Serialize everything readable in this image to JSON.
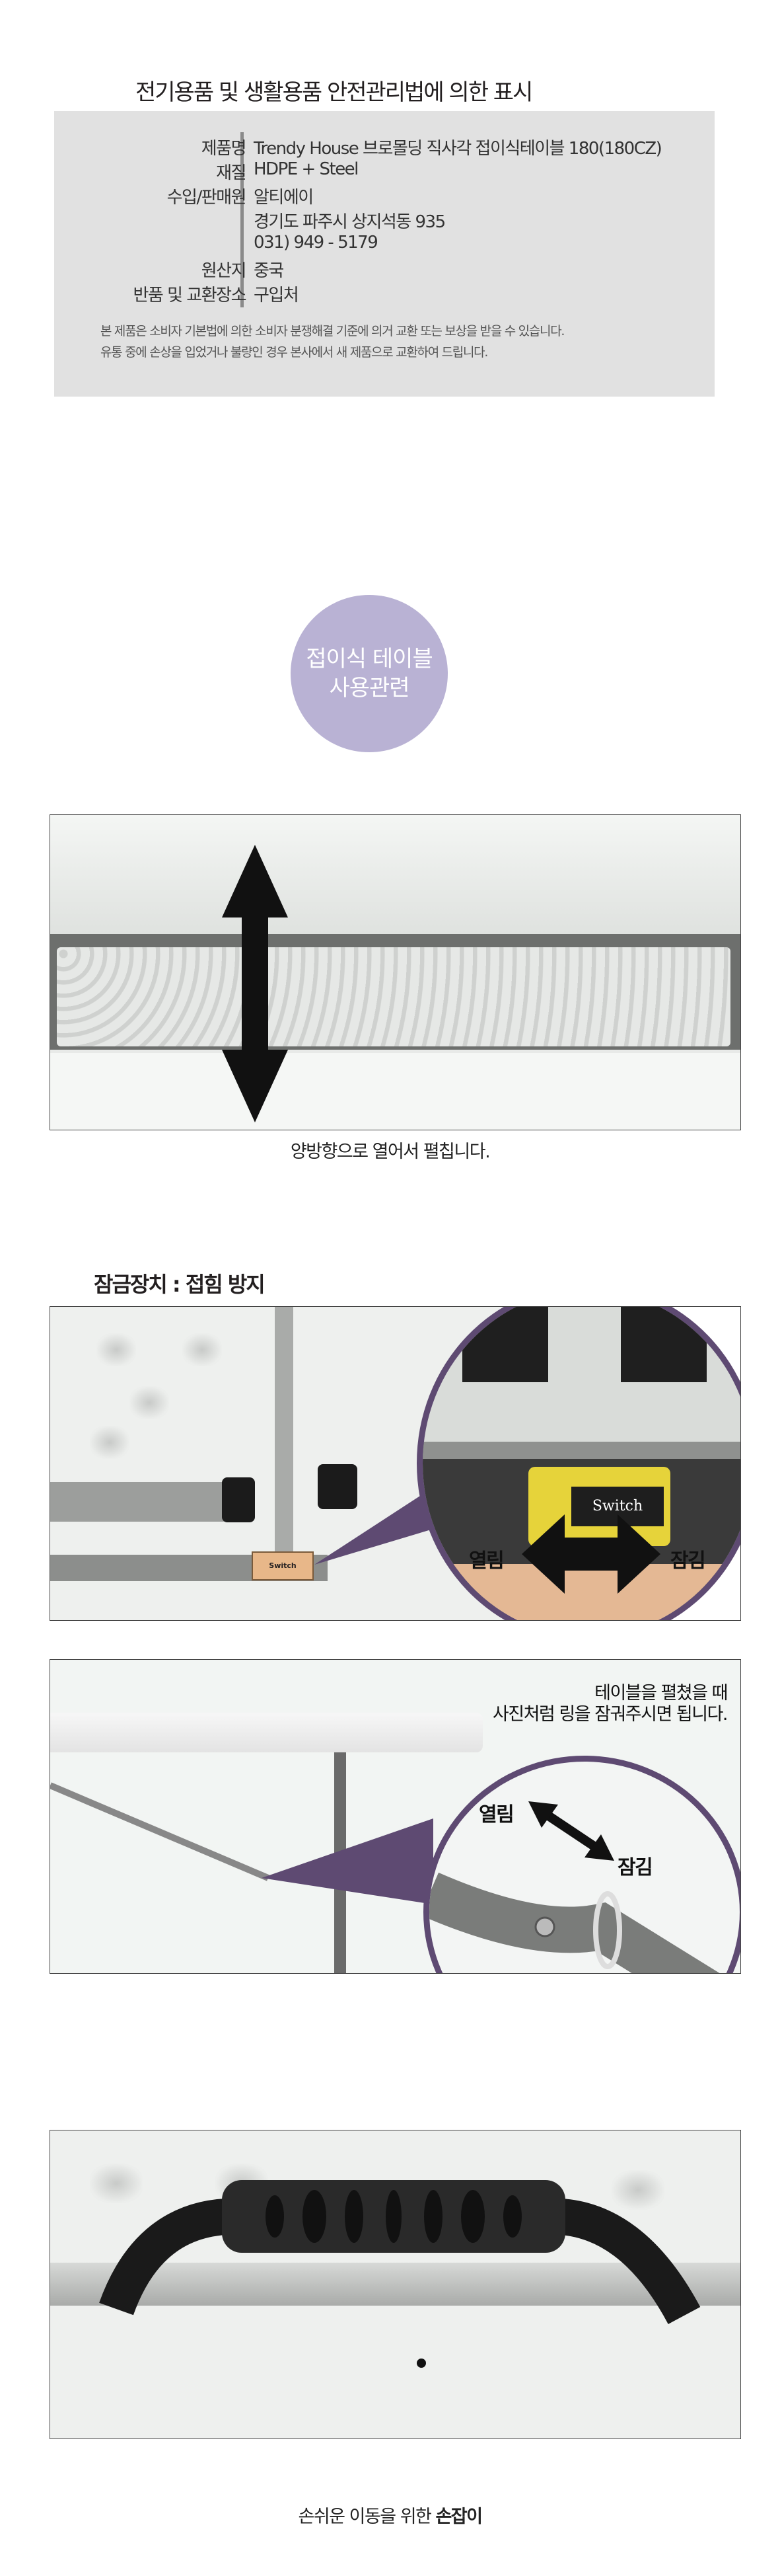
{
  "notice": {
    "title": "전기용품 및 생활용품 안전관리법에 의한 표시",
    "rows": [
      {
        "label": "제품명",
        "value": "Trendy House 브로몰딩 직사각 접이식테이블 180(180CZ)"
      },
      {
        "label": "재질",
        "value": "HDPE + Steel"
      },
      {
        "label": "수입/판매원",
        "value": "알티에이"
      },
      {
        "label": "",
        "value": "경기도 파주시 상지석동 935"
      },
      {
        "label": "",
        "value": "031) 949 - 5179"
      },
      {
        "label": "원산지",
        "value": "중국"
      },
      {
        "label": "반품 및 교환장소",
        "value": "구입처"
      }
    ],
    "notes": [
      "본 제품은 소비자 기본법에 의한 소비자 분쟁해결 기준에 의거 교환 또는 보상을 받을 수 있습니다.",
      "유통 중에 손상을 입었거나 불량인 경우 본사에서 새 제품으로 교환하여 드립니다."
    ]
  },
  "badge": {
    "line1": "접이식 테이블",
    "line2": "사용관련"
  },
  "photo1": {
    "caption": "양방향으로 열어서 펼칩니다."
  },
  "lock": {
    "heading": "잠금장치 : 접힘 방지",
    "switch_label": "Switch",
    "open_label": "열림",
    "lock_label": "잠김"
  },
  "ring": {
    "instruction_line1": "테이블을 펼쳤을 때",
    "instruction_line2": "사진처럼 링을 잠궈주시면 됩니다.",
    "open_label": "열림",
    "lock_label": "잠김"
  },
  "handle": {
    "caption_normal": "손쉬운 이동을 위한 ",
    "caption_bold": "손잡이"
  },
  "colors": {
    "accent_purple": "#5e4a72",
    "badge_lilac": "#b9b2d4",
    "notice_bg": "#e1e1e1"
  }
}
